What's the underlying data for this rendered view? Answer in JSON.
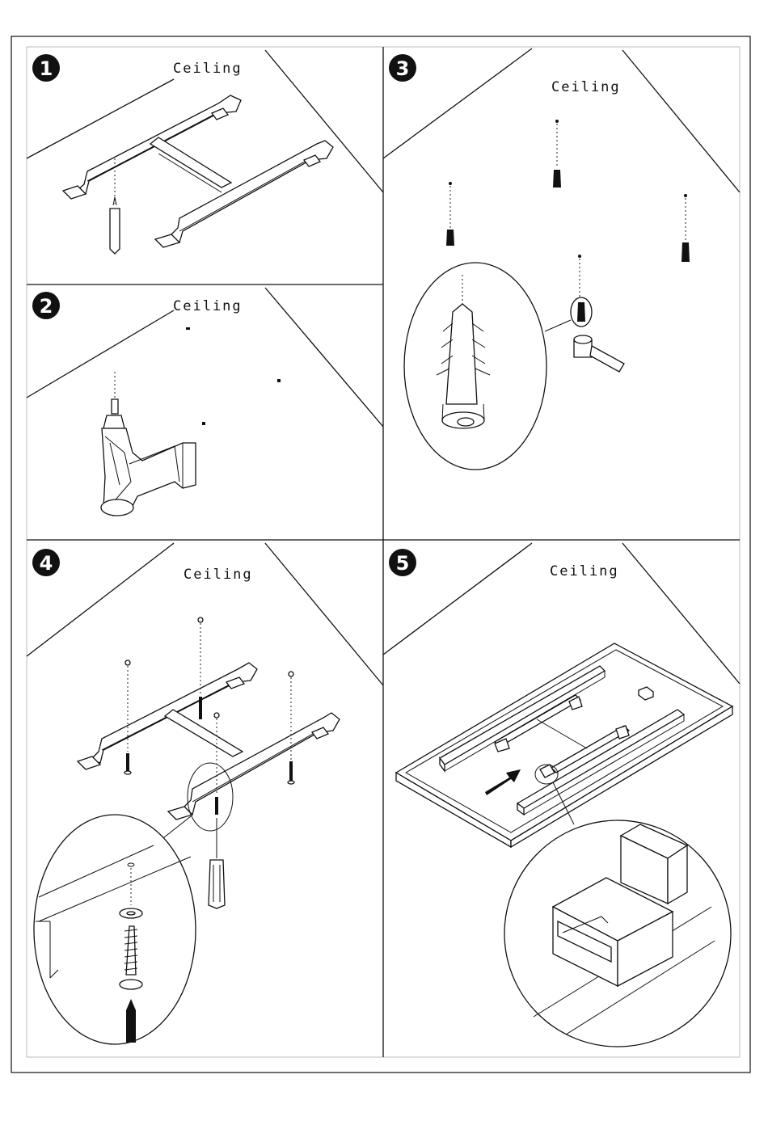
{
  "steps": [
    {
      "number": "1",
      "label": "Ceiling"
    },
    {
      "number": "2",
      "label": "Ceiling"
    },
    {
      "number": "3",
      "label": "Ceiling"
    },
    {
      "number": "4",
      "label": "Ceiling"
    },
    {
      "number": "5",
      "label": "Ceiling"
    }
  ]
}
